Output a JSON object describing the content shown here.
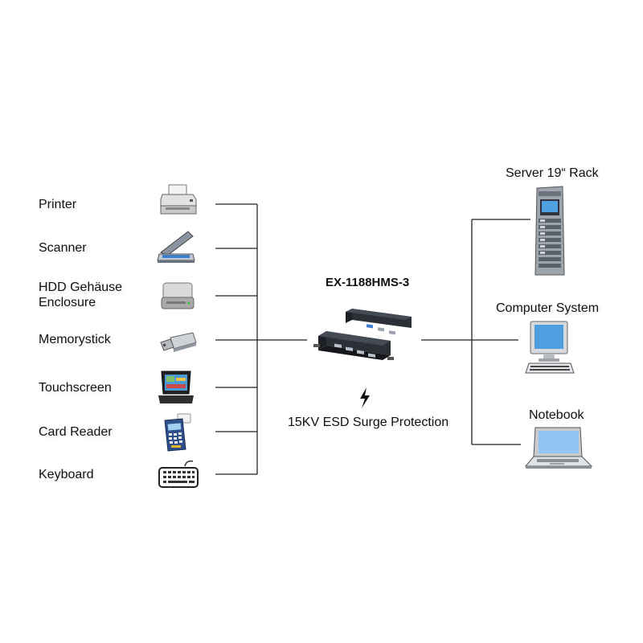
{
  "hub": {
    "model": "EX-1188HMS-3",
    "protection": "15KV ESD Surge Protection"
  },
  "left_devices": [
    {
      "label": "Printer",
      "icon": "printer-icon"
    },
    {
      "label": "Scanner",
      "icon": "scanner-icon"
    },
    {
      "label_line1": "HDD Gehäuse",
      "label_line2": "Enclosure",
      "icon": "hdd-enclosure-icon"
    },
    {
      "label": "Memorystick",
      "icon": "usb-stick-icon"
    },
    {
      "label": "Touchscreen",
      "icon": "touchscreen-pos-icon"
    },
    {
      "label": "Card Reader",
      "icon": "card-reader-icon"
    },
    {
      "label": "Keyboard",
      "icon": "keyboard-icon"
    }
  ],
  "right_hosts": [
    {
      "label": "Server 19“ Rack",
      "icon": "server-rack-icon"
    },
    {
      "label": "Computer System",
      "icon": "desktop-computer-icon"
    },
    {
      "label": "Notebook",
      "icon": "notebook-icon"
    }
  ],
  "colors": {
    "line": "#222222",
    "device_dark": "#2b2f36",
    "screen_blue": "#3f8fd8"
  }
}
